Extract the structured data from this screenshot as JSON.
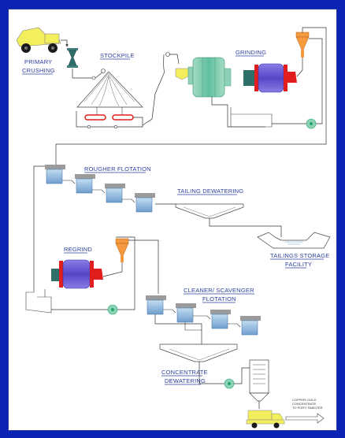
{
  "labels": {
    "primary_crushing_line1": "PRIMARY",
    "primary_crushing_line2": "CRUSHING",
    "stockpile": "STOCKPILE",
    "grinding": "GRINDING",
    "rougher_flotation": "ROUGHER FLOTATION",
    "tailing_dewatering": "TAILING DEWATERING",
    "tailings_storage_line1": "TAILINGS STORAGE",
    "tailings_storage_line2": "FACILITY",
    "regrind": "REGRIND",
    "cleaner_line1": "CLEANER/ SCAVENGER",
    "cleaner_line2": "FLOTATION",
    "concentrate_line1": "CONCENTRATE",
    "concentrate_line2": "DEWATERING",
    "shipping_line1": "COPPER/ GOLD",
    "shipping_line2": "CONCENTRATE",
    "shipping_line3": "TO PORT/ SMELTER"
  },
  "colors": {
    "frame": "#0b23b4",
    "truck": "#f2ee5c",
    "mill_green": "#8fd0b8",
    "ball_mill_blue": "#6a5ed6",
    "mill_red": "#e21d1d",
    "cyclone": "#f59a3e",
    "cell_blue": "#9ec4e6",
    "label_text": "#2c3fa0"
  }
}
